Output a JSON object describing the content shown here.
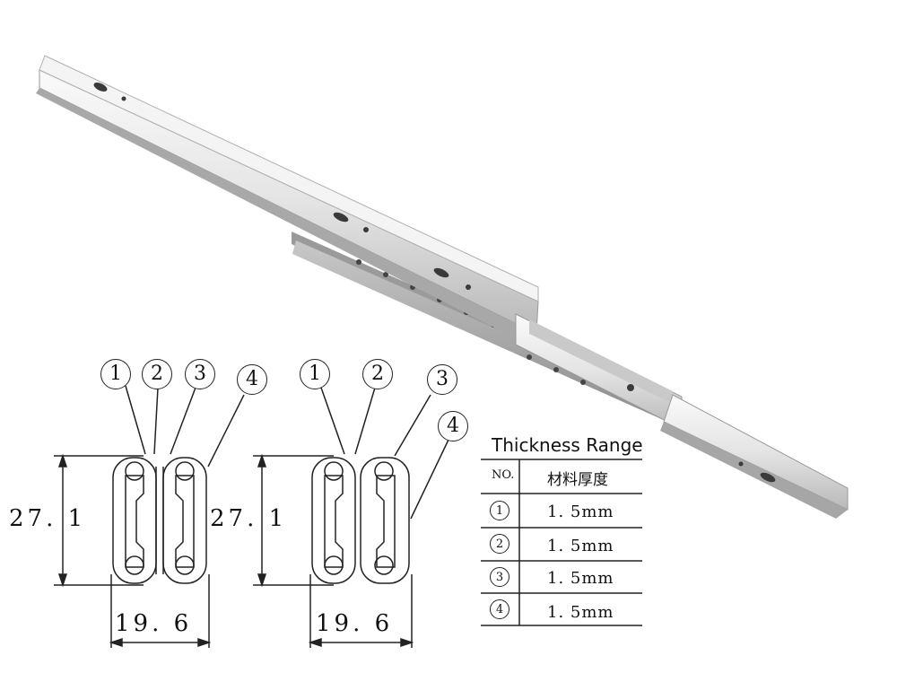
{
  "product": {
    "icon": "drawer-slide-photo"
  },
  "diagrams": [
    {
      "callouts": [
        "1",
        "2",
        "3",
        "4"
      ],
      "height_label": "27. 1",
      "width_label": "19. 6"
    },
    {
      "callouts": [
        "1",
        "2",
        "3",
        "4"
      ],
      "height_label": "27. 1",
      "width_label": "19. 6"
    }
  ],
  "thickness_table": {
    "title": "Thickness Range",
    "header_no": "NO.",
    "header_material": "材料厚度",
    "rows": [
      {
        "no": "1",
        "value": "1. 5mm"
      },
      {
        "no": "2",
        "value": "1. 5mm"
      },
      {
        "no": "3",
        "value": "1. 5mm"
      },
      {
        "no": "4",
        "value": "1. 5mm"
      }
    ]
  }
}
